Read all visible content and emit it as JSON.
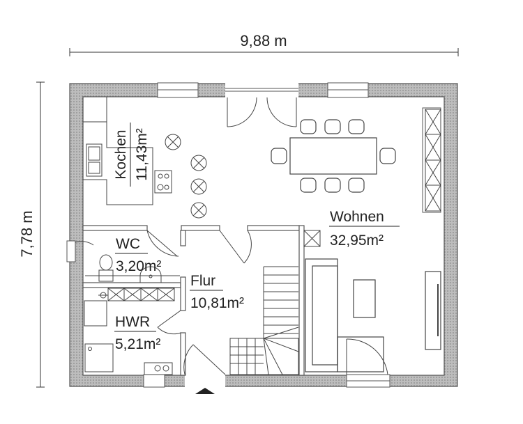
{
  "dimensions": {
    "width_label": "9,88 m",
    "height_label": "7,78 m"
  },
  "rooms": {
    "kochen": {
      "name": "Kochen",
      "area": "11,43m²"
    },
    "wohnen": {
      "name": "Wohnen",
      "area": "32,95m²"
    },
    "wc": {
      "name": "WC",
      "area": "3,20m²"
    },
    "flur": {
      "name": "Flur",
      "area": "10,81m²"
    },
    "hwr": {
      "name": "HWR",
      "area": "5,21m²"
    }
  },
  "colors": {
    "wall_fill": "#cfcfcf",
    "wall_line": "#555555",
    "furniture_line": "#444444",
    "text": "#222222"
  }
}
